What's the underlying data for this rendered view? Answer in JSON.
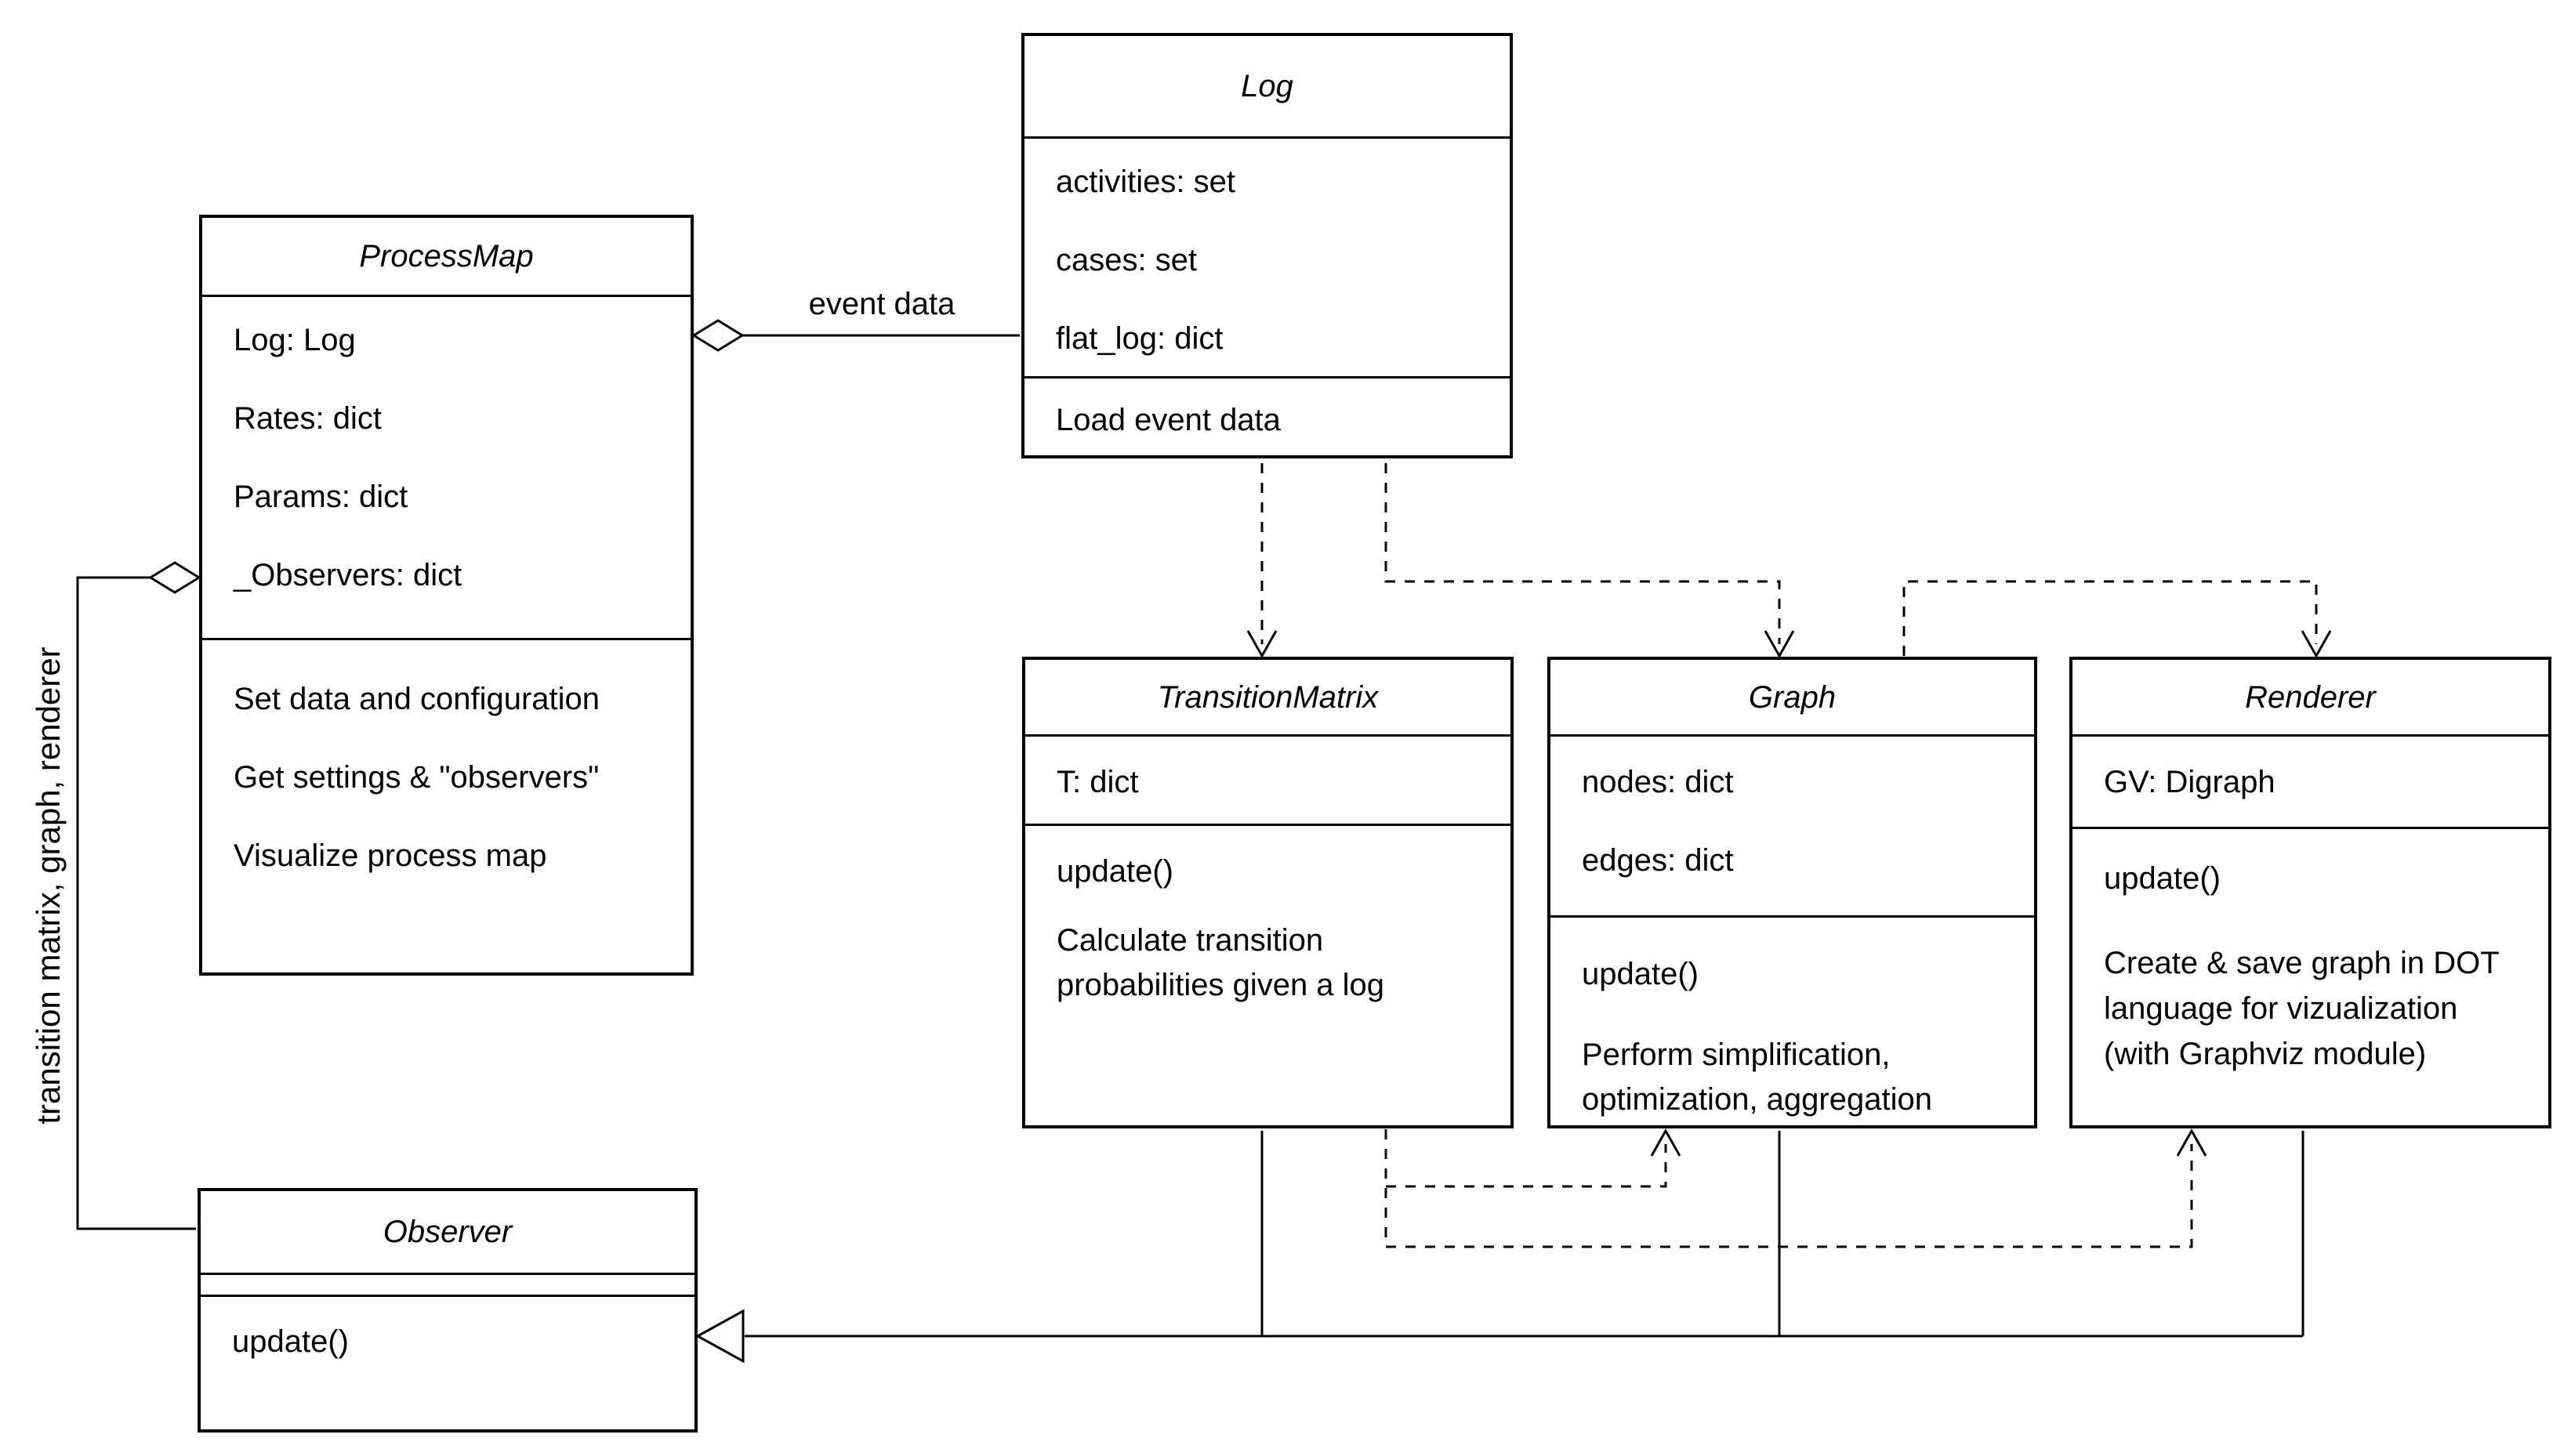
{
  "canvas": {
    "background": "#ffffff",
    "stroke_color": "#000000",
    "text_color": "#000000"
  },
  "labels": {
    "event_data": "event data",
    "left_aggregation": "transition matrix, graph, renderer"
  },
  "classes": {
    "process_map": {
      "title": "ProcessMap",
      "attributes": [
        "Log: Log",
        "Rates: dict",
        "Params: dict",
        "_Observers: dict"
      ],
      "methods": [
        "Set data and configuration",
        "Get settings & \"observers\"",
        "Visualize process map"
      ]
    },
    "log": {
      "title": "Log",
      "attributes": [
        "activities: set",
        "cases: set",
        "flat_log: dict"
      ],
      "methods": [
        "Load event data"
      ]
    },
    "transition_matrix": {
      "title": "TransitionMatrix",
      "attributes": [
        "T: dict"
      ],
      "methods": [
        "update()"
      ],
      "description": "Calculate transition probabilities given a log"
    },
    "graph": {
      "title": "Graph",
      "attributes": [
        "nodes: dict",
        "edges: dict"
      ],
      "methods": [
        "update()"
      ],
      "description": "Perform simplification, optimization, aggregation"
    },
    "renderer": {
      "title": "Renderer",
      "attributes": [
        "GV: Digraph"
      ],
      "methods": [
        "update()"
      ],
      "description": "Create & save graph in DOT language for vizualization (with Graphviz module)"
    },
    "observer": {
      "title": "Observer",
      "attributes": [],
      "methods": [
        "update()"
      ]
    }
  }
}
